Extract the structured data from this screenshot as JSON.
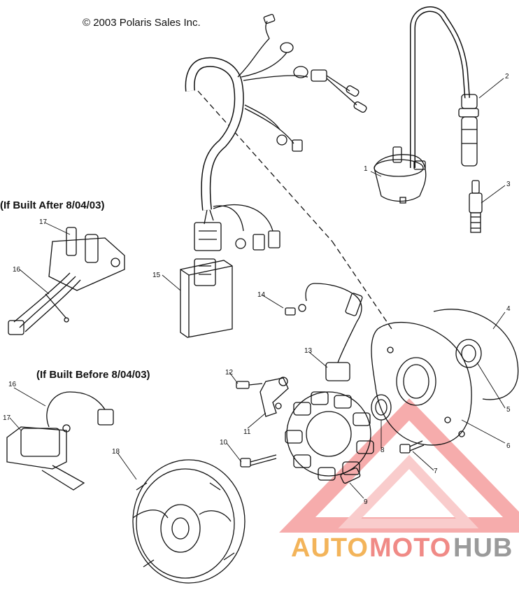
{
  "header": {
    "copyright": "© 2003 Polaris Sales Inc."
  },
  "variants": {
    "after_label": "(If Built After 8/04/03)",
    "before_label": "(If Built Before 8/04/03)"
  },
  "callouts": [
    "1",
    "2",
    "3",
    "4",
    "5",
    "6",
    "7",
    "8",
    "9",
    "10",
    "11",
    "12",
    "13",
    "14",
    "15",
    "16",
    "17",
    "16",
    "17",
    "18"
  ],
  "watermark": {
    "part1": "AUTO",
    "part2": "MOTO",
    "part3": "HUB",
    "colors": {
      "auto": "#f3b45a",
      "moto": "#f08a86",
      "hub": "#9a9a9a",
      "logo": "#f06a6a"
    }
  },
  "colors": {
    "line": "#111111",
    "background": "#ffffff"
  }
}
